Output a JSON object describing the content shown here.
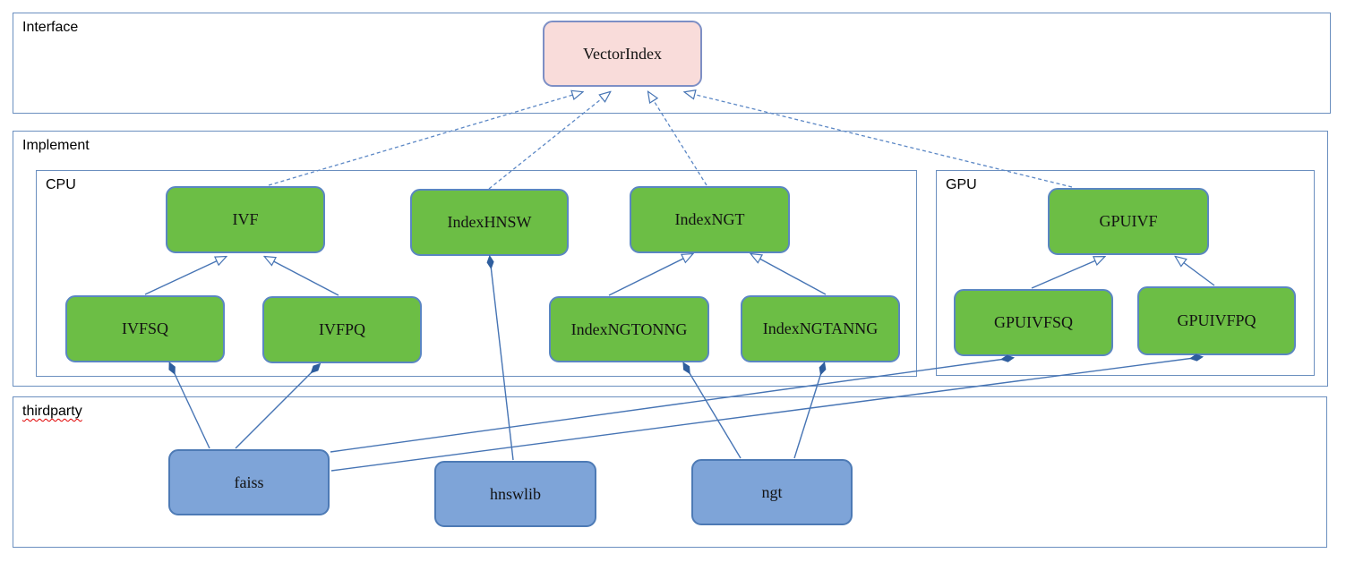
{
  "diagram": {
    "containers": {
      "interface": {
        "label": "Interface"
      },
      "implement": {
        "label": "Implement"
      },
      "cpu": {
        "label": "CPU"
      },
      "gpu": {
        "label": "GPU"
      },
      "thirdparty": {
        "label": "thirdparty",
        "spellcheck_underline": true
      }
    },
    "nodes": {
      "vectorindex": {
        "label": "VectorIndex",
        "kind": "interface"
      },
      "ivf": {
        "label": "IVF",
        "kind": "implementation-cpu"
      },
      "indexhnsw": {
        "label": "IndexHNSW",
        "kind": "implementation-cpu"
      },
      "indexngt": {
        "label": "IndexNGT",
        "kind": "implementation-cpu"
      },
      "ivfsq": {
        "label": "IVFSQ",
        "kind": "implementation-cpu"
      },
      "ivfpq": {
        "label": "IVFPQ",
        "kind": "implementation-cpu"
      },
      "indexngtonng": {
        "label": "IndexNGTONNG",
        "kind": "implementation-cpu"
      },
      "indexngtanng": {
        "label": "IndexNGTANNG",
        "kind": "implementation-cpu"
      },
      "gpuivf": {
        "label": "GPUIVF",
        "kind": "implementation-gpu"
      },
      "gpuivfsq": {
        "label": "GPUIVFSQ",
        "kind": "implementation-gpu"
      },
      "gpuivfpq": {
        "label": "GPUIVFPQ",
        "kind": "implementation-gpu"
      },
      "faiss": {
        "label": "faiss",
        "kind": "thirdparty-lib"
      },
      "hnswlib": {
        "label": "hnswlib",
        "kind": "thirdparty-lib"
      },
      "ngt": {
        "label": "ngt",
        "kind": "thirdparty-lib"
      }
    },
    "edges": [
      {
        "from": "ivf",
        "to": "vectorindex",
        "type": "realization"
      },
      {
        "from": "indexhnsw",
        "to": "vectorindex",
        "type": "realization"
      },
      {
        "from": "indexngt",
        "to": "vectorindex",
        "type": "realization"
      },
      {
        "from": "gpuivf",
        "to": "vectorindex",
        "type": "realization"
      },
      {
        "from": "ivfsq",
        "to": "ivf",
        "type": "generalization"
      },
      {
        "from": "ivfpq",
        "to": "ivf",
        "type": "generalization"
      },
      {
        "from": "indexngtonng",
        "to": "indexngt",
        "type": "generalization"
      },
      {
        "from": "indexngtanng",
        "to": "indexngt",
        "type": "generalization"
      },
      {
        "from": "gpuivfsq",
        "to": "gpuivf",
        "type": "generalization"
      },
      {
        "from": "gpuivfpq",
        "to": "gpuivf",
        "type": "generalization"
      },
      {
        "from": "ivfsq",
        "to": "faiss",
        "type": "composition"
      },
      {
        "from": "ivfpq",
        "to": "faiss",
        "type": "composition"
      },
      {
        "from": "indexhnsw",
        "to": "hnswlib",
        "type": "composition"
      },
      {
        "from": "indexngtonng",
        "to": "ngt",
        "type": "composition"
      },
      {
        "from": "indexngtanng",
        "to": "ngt",
        "type": "composition"
      },
      {
        "from": "gpuivfsq",
        "to": "faiss",
        "type": "composition"
      },
      {
        "from": "gpuivfpq",
        "to": "faiss",
        "type": "composition"
      }
    ],
    "colors": {
      "interface_fill": "#f9dcda",
      "interface_border": "#7d8fc5",
      "implementation_fill": "#6cbe45",
      "implementation_border": "#5a86c2",
      "thirdparty_fill": "#7ea4d8",
      "thirdparty_border": "#4d7ab5",
      "connector_solid": "#4674b4",
      "connector_dashed": "#5b87c5",
      "container_border": "#6b8fbf",
      "spellcheck_underline": "#e00000"
    }
  }
}
